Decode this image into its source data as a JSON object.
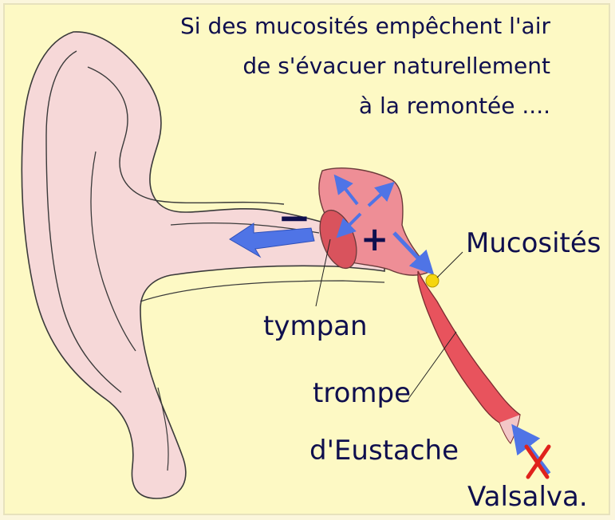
{
  "caption": {
    "line1": "Si des mucosités  empêchent l'air",
    "line2": "de s'évacuer naturellement",
    "line3": "à la remontée ...."
  },
  "labels": {
    "mucosites": "Mucosités",
    "tympan": "tympan",
    "trompe": "trompe",
    "eustache": "d'Eustache",
    "valsalva": "Valsalva."
  },
  "signs": {
    "minus": "−",
    "plus": "+"
  },
  "colors": {
    "background": "#fdf9c4",
    "ear_skin": "#f6d8d8",
    "ear_outline": "#3a3a3a",
    "middle_ear": "#ee8e96",
    "eardrum": "#d9535d",
    "eustachian_tube": "#e8535d",
    "arrow_blue": "#4f74e6",
    "mucus_yellow": "#f5d60e",
    "cross_red": "#e0221c",
    "text_navy": "#0f0f4e"
  }
}
